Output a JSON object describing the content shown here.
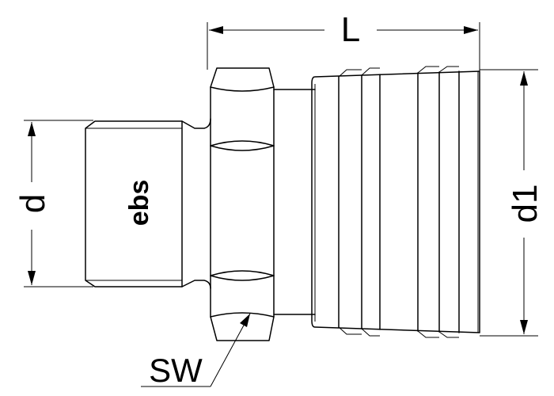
{
  "diagram": {
    "labels": {
      "length": "L",
      "thread_diameter": "d",
      "outer_diameter": "d1",
      "wrench_size": "SW"
    },
    "logo_text": "ebs",
    "colors": {
      "line": "#000000",
      "background": "#ffffff"
    }
  }
}
